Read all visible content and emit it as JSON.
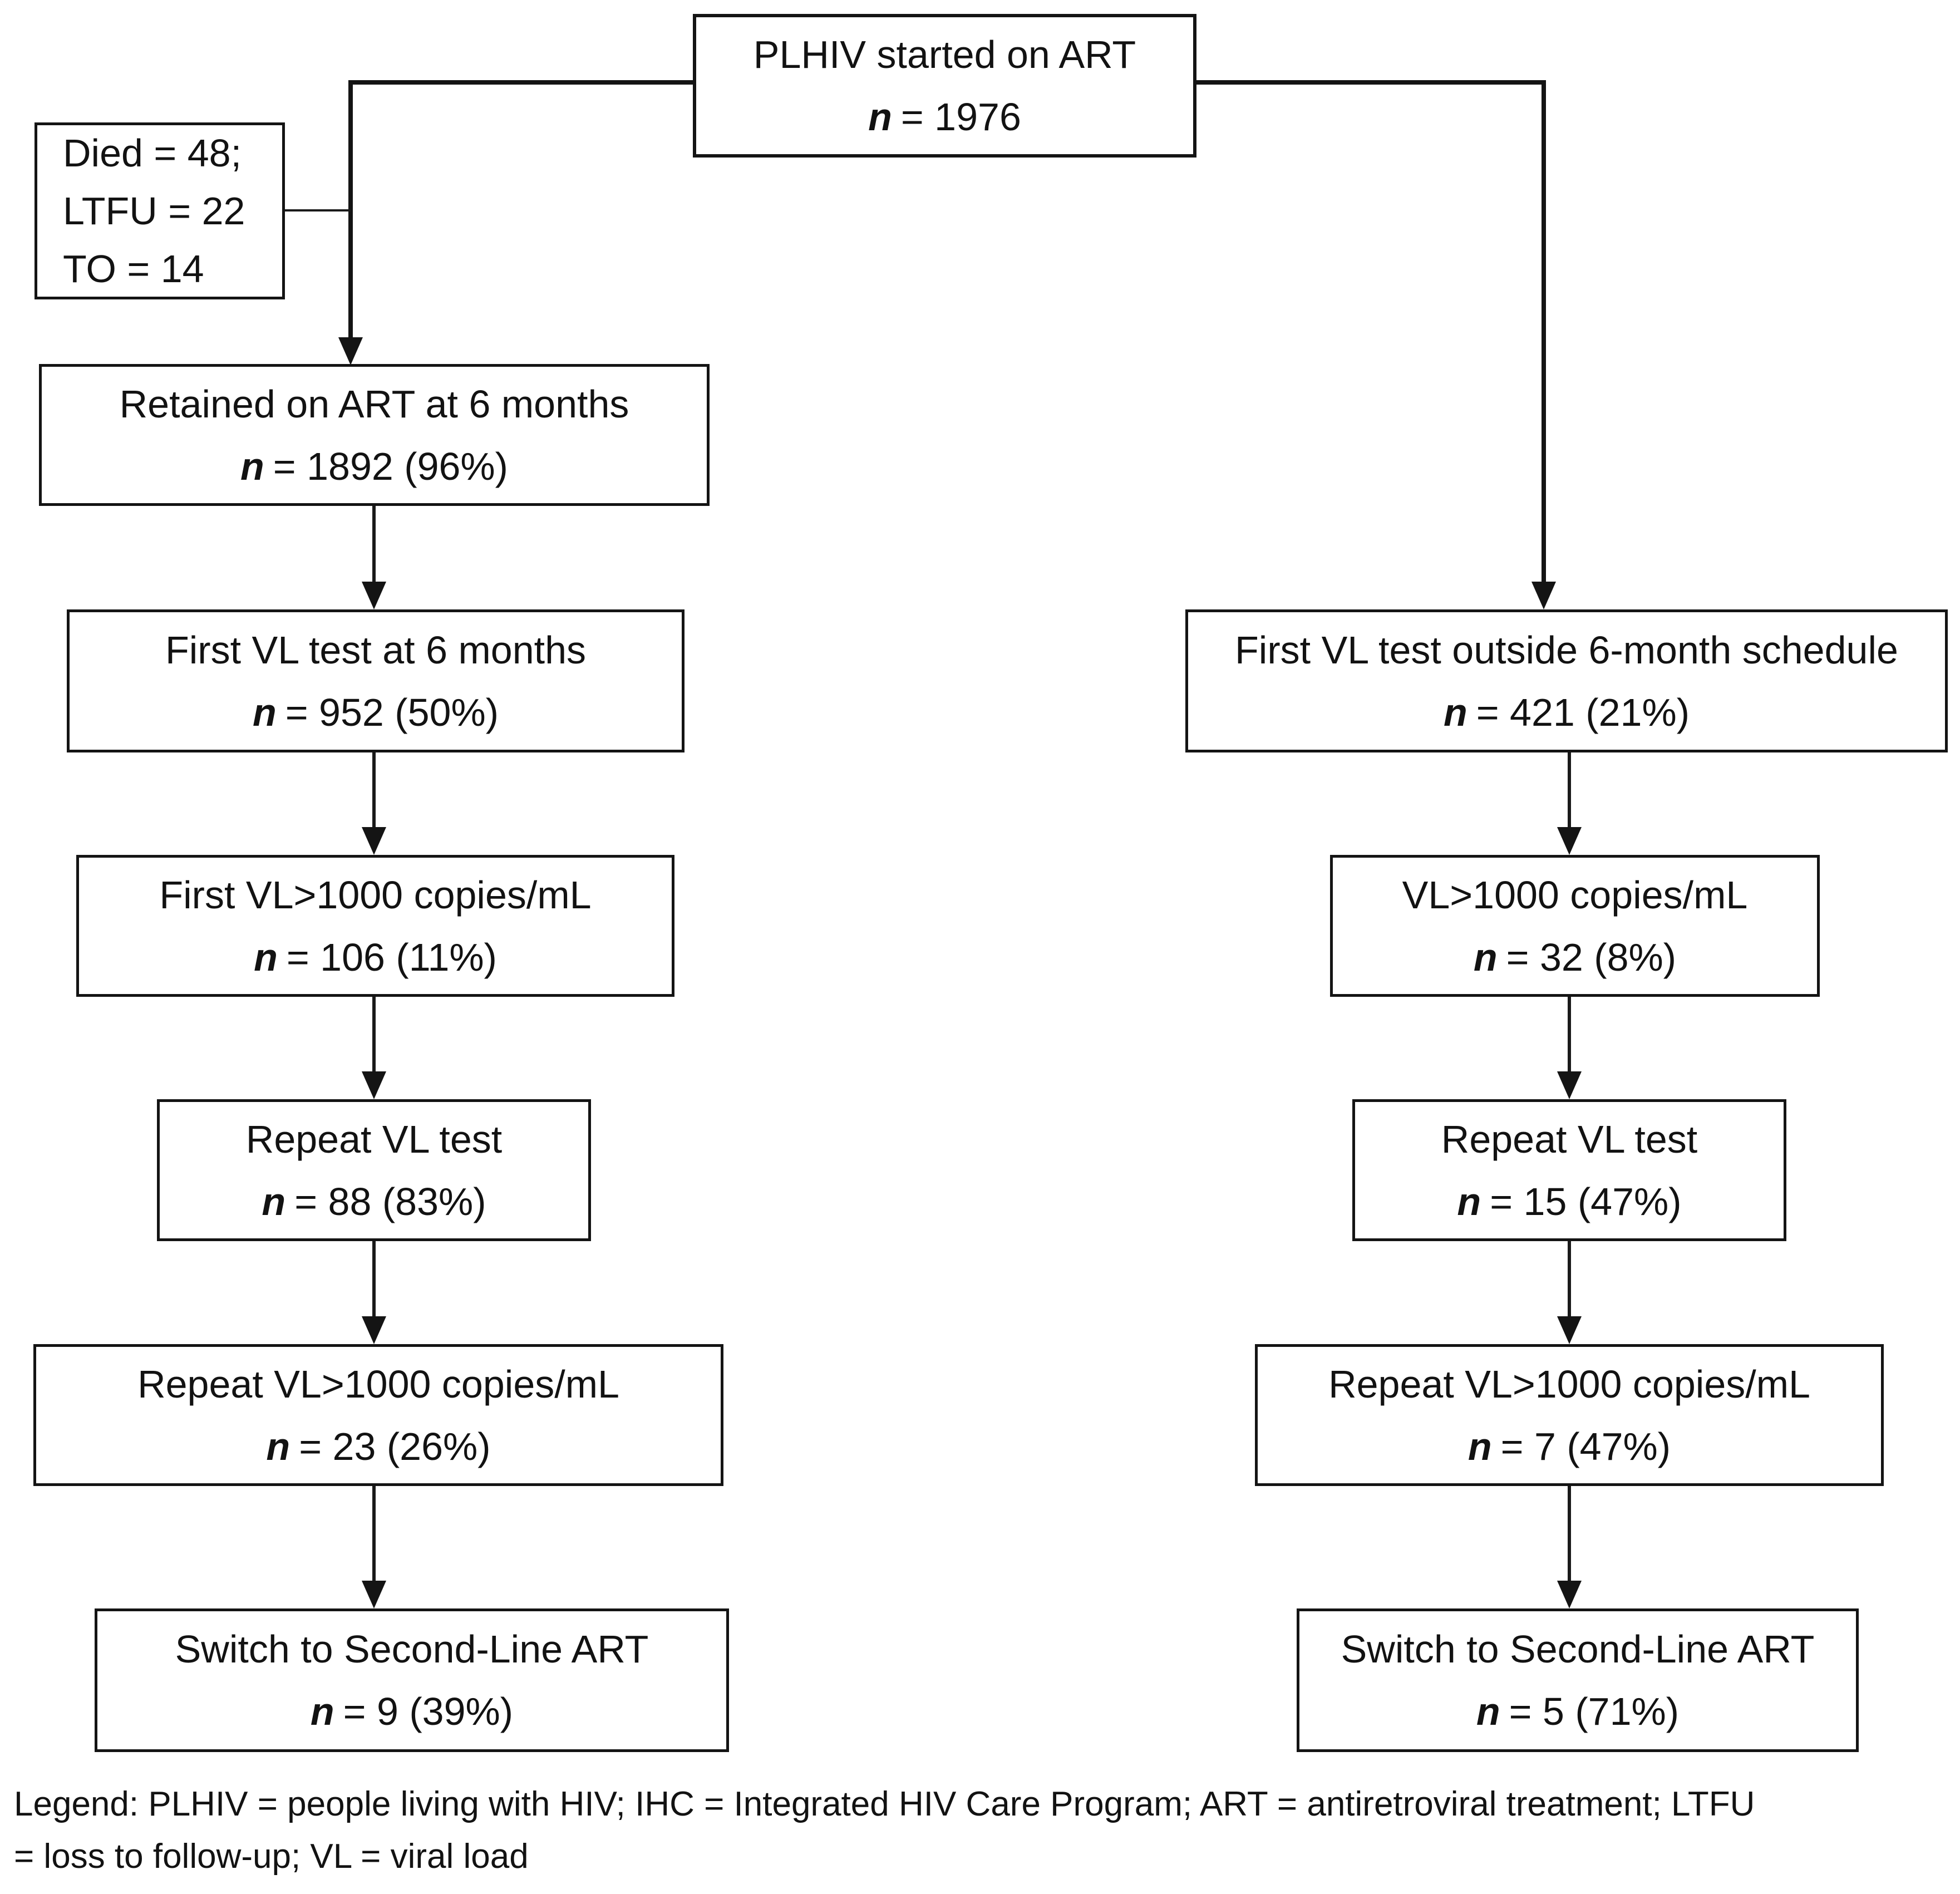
{
  "n_symbol": "n",
  "flow": {
    "top": {
      "label": "PLHIV started on ART",
      "n": "= 1976"
    },
    "attrition": {
      "lines": [
        "Died = 48;",
        "LTFU = 22",
        "TO = 14"
      ]
    },
    "left": [
      {
        "label": "Retained on ART at 6 months",
        "n": "= 1892 (96%)"
      },
      {
        "label": "First VL test at 6 months",
        "n": "= 952 (50%)"
      },
      {
        "label": "First VL>1000 copies/mL",
        "n": "= 106 (11%)"
      },
      {
        "label": "Repeat VL test",
        "n": "= 88 (83%)"
      },
      {
        "label": "Repeat VL>1000 copies/mL",
        "n": "= 23 (26%)"
      },
      {
        "label": "Switch to Second-Line ART",
        "n": "= 9 (39%)"
      }
    ],
    "right": [
      {
        "label": "First VL test outside 6-month schedule",
        "n": "= 421 (21%)"
      },
      {
        "label": "VL>1000 copies/mL",
        "n": "= 32 (8%)"
      },
      {
        "label": "Repeat VL test",
        "n": "= 15 (47%)"
      },
      {
        "label": "Repeat VL>1000 copies/mL",
        "n": "= 7 (47%)"
      },
      {
        "label": "Switch to Second-Line ART",
        "n": "= 5 (71%)"
      }
    ],
    "legend": {
      "line1": "Legend: PLHIV = people living with HIV; IHC = Integrated HIV Care Program; ART = antiretroviral treatment; LTFU",
      "line2": "= loss to follow-up; VL = viral load"
    }
  }
}
